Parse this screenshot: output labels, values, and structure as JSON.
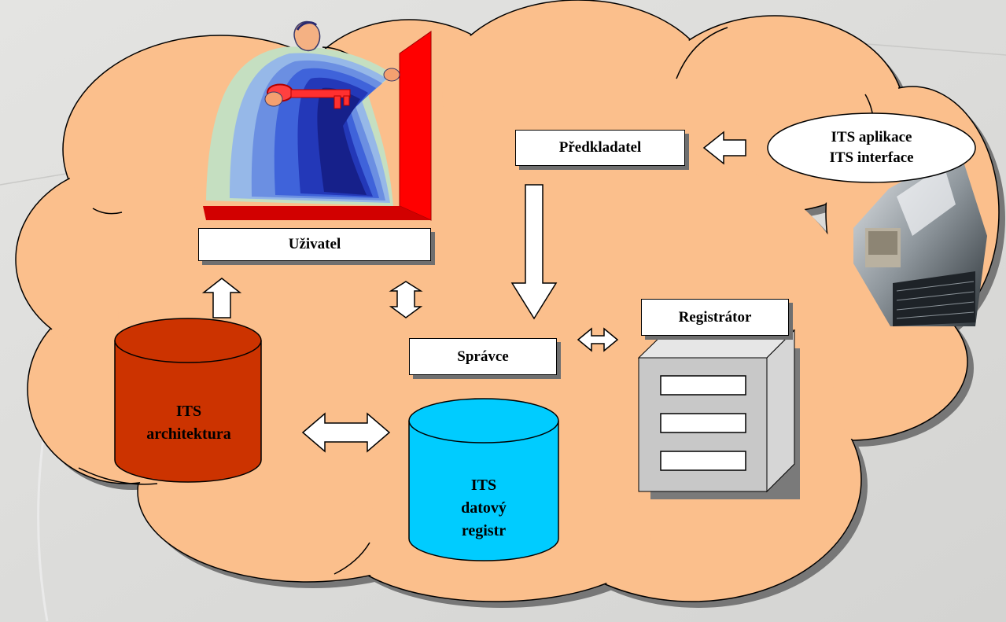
{
  "labels": {
    "uzivatel": "Uživatel",
    "predkladatel": "Předkladatel",
    "spravce": "Správce",
    "registrator": "Registrátor",
    "its_app_line1": "ITS aplikace",
    "its_app_line2": "ITS interface",
    "architektura": "ITS\narchitektura",
    "registr": "ITS\ndatový\nregistr"
  },
  "colors": {
    "cloud": "#fbbf8c",
    "architektura_db": "#cc3300",
    "registr_db": "#00ccff",
    "server": "#c8c8c8"
  },
  "icons": {
    "user": "man-opening-door-with-key-icon",
    "computer": "computer-keyboard-photo-icon"
  }
}
